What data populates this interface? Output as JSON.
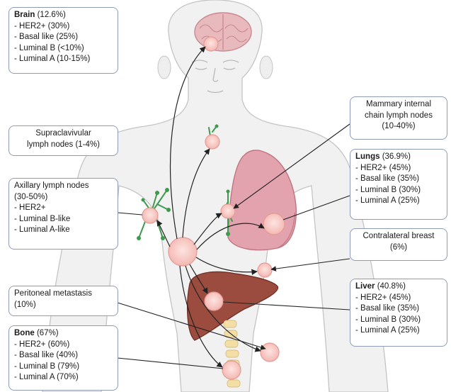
{
  "colors": {
    "box_border": "#8e9cb8",
    "skin": "#f1f1f1",
    "lung": "#e3a3ae",
    "liver": "#9b4c3f",
    "tumor": "#f7c9c4",
    "lymph": "#3f9a4e",
    "arrow": "#222222"
  },
  "boxes": {
    "brain": {
      "title": "Brain",
      "pct": " (12.6%)",
      "items": [
        "- HER2+ (30%)",
        "- Basal like (25%)",
        "- Luminal B (<10%)",
        "- Luminal A (10-15%)"
      ]
    },
    "supraclavicular": {
      "lines": [
        "Supraclavivular",
        "lymph nodes (1-4%)"
      ]
    },
    "axillary": {
      "lines": [
        "Axillary lymph nodes",
        "(30-50%)"
      ],
      "items": [
        "- HER2+",
        "- Luminal B-like",
        "- Luminal A-like"
      ]
    },
    "peritoneal": {
      "lines": [
        "Peritoneal metastasis",
        "(10%)"
      ]
    },
    "bone": {
      "title": "Bone",
      "pct": " (67%)",
      "items": [
        "- HER2+ (60%)",
        "- Basal like (40%)",
        "- Luminal B (79%)",
        "- Luminal A (70%)"
      ]
    },
    "mammary": {
      "lines": [
        "Mammary internal",
        "chain lymph nodes",
        "(10-40%)"
      ]
    },
    "lungs": {
      "title": "Lungs",
      "pct": " (36.9%)",
      "items": [
        "- HER2+ (45%)",
        "- Basal like (35%)",
        "- Luminal B (30%)",
        "- Luminal A (25%)"
      ]
    },
    "contralateral": {
      "lines": [
        "Contralateral breast",
        "(6%)"
      ]
    },
    "liver": {
      "title": "Liver",
      "pct": " (40.8%)",
      "items": [
        "- HER2+ (45%)",
        "- Basal like (35%)",
        "- Luminal B (30%)",
        "- Luminal A (25%)"
      ]
    }
  }
}
